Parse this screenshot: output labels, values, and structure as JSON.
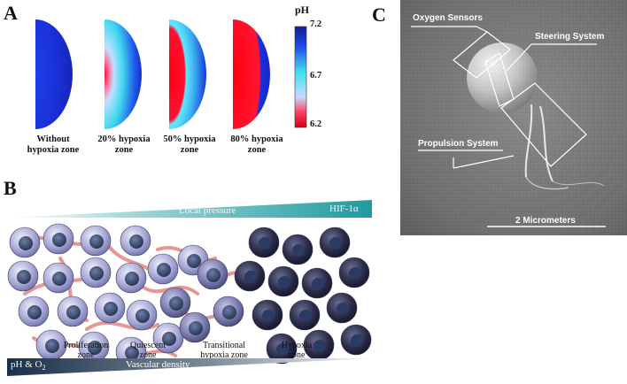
{
  "panels": {
    "a": "A",
    "b": "B",
    "c": "C"
  },
  "panel_a": {
    "colorbar_title": "pH",
    "colorbar_ticks": [
      "7.2",
      "6.7",
      "6.2"
    ],
    "colorbar_range": [
      6.2,
      7.2
    ],
    "colors": {
      "high": "#1a2fd6",
      "mid": "#3fe0f0",
      "low": "#ff0014"
    },
    "cases": [
      {
        "line1": "Without",
        "line2": "hypoxia zone",
        "hypoxia_fraction": 0
      },
      {
        "line1": "20% hypoxia",
        "line2": "zone",
        "hypoxia_fraction": 0.2
      },
      {
        "line1": "50% hypoxia",
        "line2": "zone",
        "hypoxia_fraction": 0.5
      },
      {
        "line1": "80% hypoxia",
        "line2": "zone",
        "hypoxia_fraction": 0.8
      }
    ]
  },
  "panel_b": {
    "top_banner": {
      "label": "Local pressure",
      "label_right": "HIF-1α",
      "color": "#2aa3a8"
    },
    "bottom_banner": {
      "label_left": "pH & O",
      "subscript": "2",
      "label": "Vascular density",
      "color": "#2f4f6f"
    },
    "zones": [
      {
        "line1": "Proliferation",
        "line2": "zone"
      },
      {
        "line1": "Quiescent",
        "line2": "zone"
      },
      {
        "line1": "Transitional",
        "line2": "hypoxia zone"
      },
      {
        "line1": "Hypoxia",
        "line2": "zone"
      }
    ]
  },
  "panel_c": {
    "oxygen_label": "Oxygen Sensors",
    "steering_label": "Steering System",
    "propulsion_label": "Propulsion System",
    "scale_label": "2 Micrometers"
  }
}
